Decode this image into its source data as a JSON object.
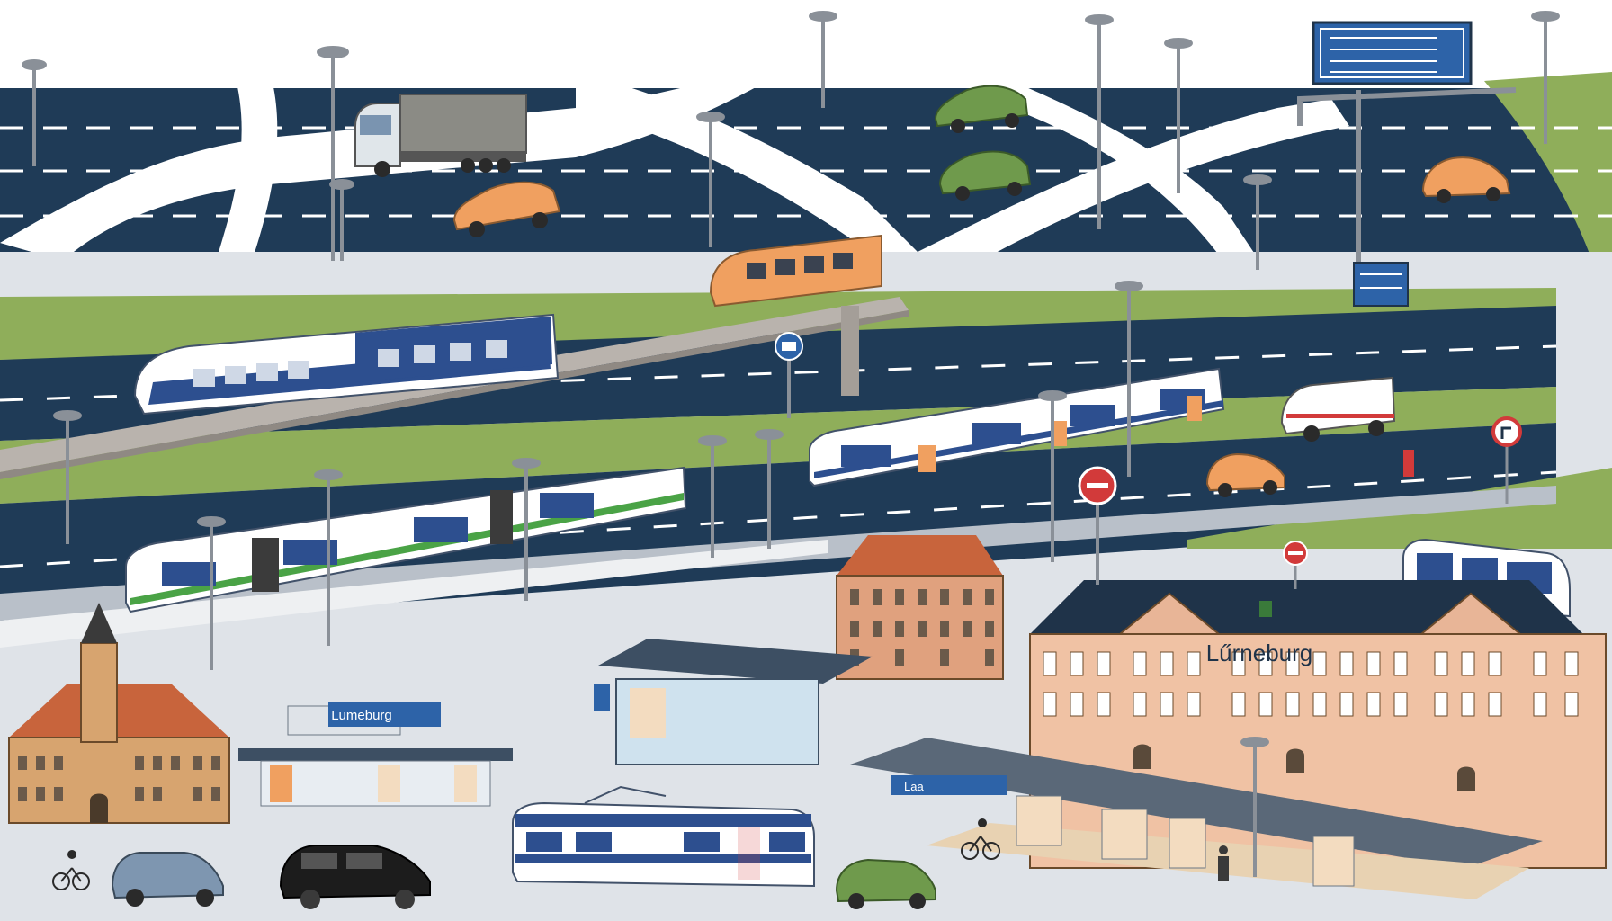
{
  "signs": {
    "station_main": "Lűrneburg",
    "shelter_sign": "Lumeburg",
    "platform_sign": "Laa"
  },
  "colors": {
    "road": "#1f3b57",
    "grass": "#8fae5a",
    "pavement": "#dfe3e8",
    "building_brick": "#e9b79a",
    "roof_dark": "#1f3349",
    "roof_red": "#c8643c",
    "car_orange": "#f0a060",
    "car_green": "#6f9a4c",
    "sign_blue": "#2d63a8"
  },
  "icons": [
    "street-lamp-icon",
    "no-entry-sign-icon",
    "no-left-turn-sign-icon",
    "bus-stop-sign-icon",
    "cyclist-icon",
    "pedestrian-icon"
  ]
}
